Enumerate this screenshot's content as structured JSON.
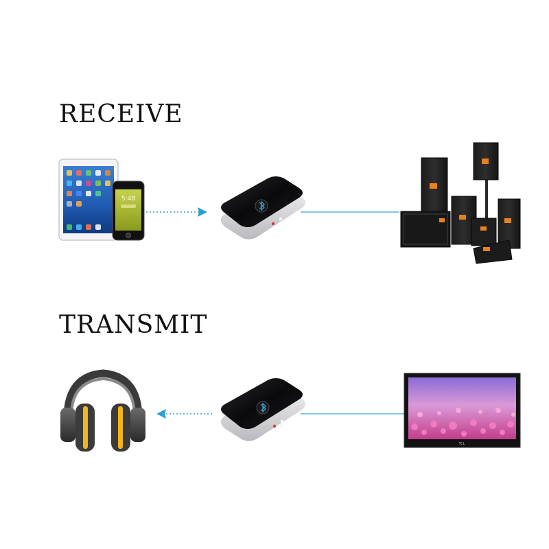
{
  "sections": {
    "receive": {
      "title": "RECEIVE",
      "source": "tablet-and-phone",
      "device": "bluetooth-adapter",
      "output": "speaker-set",
      "arrow_direction": "right"
    },
    "transmit": {
      "title": "TRANSMIT",
      "source": "television",
      "device": "bluetooth-adapter",
      "output": "headphones",
      "arrow_direction": "left"
    }
  },
  "tv_brand": "TCL",
  "phone_time": "5:48",
  "colors": {
    "link_line": "#5bb5d6",
    "arrow": "#2a9fd0",
    "adapter_body": "#0c0c0e",
    "adapter_base": "#e6e6ea",
    "headphone_accent": "#f2b51c",
    "speaker_orange": "#e8821e"
  }
}
